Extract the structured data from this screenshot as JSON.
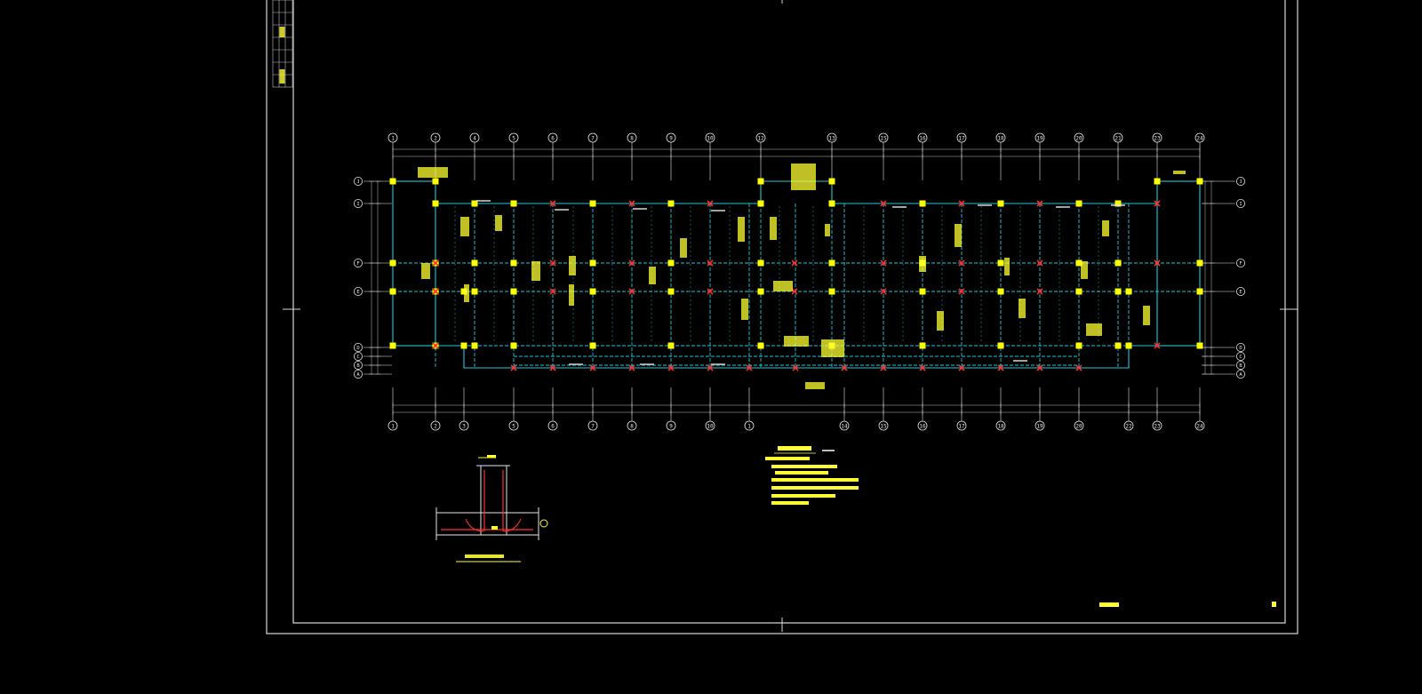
{
  "colors": {
    "background": "#000000",
    "frame": "#d8d8d8",
    "axis": "#e6e6e6",
    "beam": "#22c8d8",
    "column": "#ffff00",
    "marker": "#ff2a2a",
    "annotation": "#ffff33",
    "dimension": "#bfbfbf"
  },
  "plan": {
    "top_axis_labels": [
      "1",
      "2",
      "4",
      "5",
      "6",
      "7",
      "8",
      "9",
      "10",
      "12",
      "13",
      "15",
      "16",
      "17",
      "18",
      "19",
      "20",
      "21",
      "23",
      "24"
    ],
    "bottom_axis_labels": [
      "1",
      "2",
      "3",
      "5",
      "6",
      "7",
      "8",
      "9",
      "10",
      "1",
      "14",
      "15",
      "16",
      "17",
      "18",
      "19",
      "20",
      "22",
      "23",
      "24"
    ],
    "row_axis_labels": [
      "J",
      "I",
      "F",
      "E",
      "D",
      "C",
      "B",
      "A"
    ]
  },
  "section": {
    "title": "",
    "caption": ""
  },
  "notes": {
    "title": "",
    "items": []
  },
  "drawing_title": "",
  "sheet_number": ""
}
